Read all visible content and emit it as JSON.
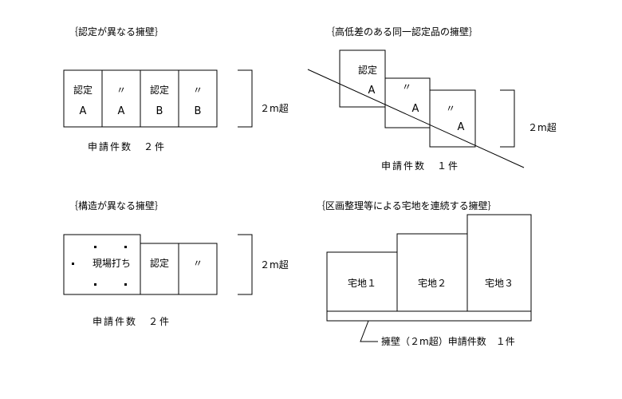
{
  "section1": {
    "title": "｛認定が異なる擁壁｝",
    "cells": [
      {
        "line1": "認定",
        "line2": "A"
      },
      {
        "line1": "〃",
        "line2": "A"
      },
      {
        "line1": "認定",
        "line2": "B"
      },
      {
        "line1": "〃",
        "line2": "B"
      }
    ],
    "height_label": "２m超",
    "count_label": "申請件数　２件"
  },
  "section2": {
    "title": "｛高低差のある同一認定品の擁壁｝",
    "cells": [
      {
        "line1": "認定",
        "line2": "A"
      },
      {
        "line1": "〃",
        "line2": "A"
      },
      {
        "line1": "〃",
        "line2": "A"
      }
    ],
    "height_label": "２m超",
    "count_label": "申請件数　１件"
  },
  "section3": {
    "title": "｛構造が異なる擁壁｝",
    "cells": [
      {
        "label": "現場打ち"
      },
      {
        "label": "認定"
      },
      {
        "label": "〃"
      }
    ],
    "height_label": "２m超",
    "count_label": "申請件数　２件"
  },
  "section4": {
    "title": "｛区画整理等による宅地を連続する擁壁｝",
    "lots": [
      "宅地１",
      "宅地２",
      "宅地３"
    ],
    "count_label": "擁壁（２m超）申請件数　１件"
  }
}
